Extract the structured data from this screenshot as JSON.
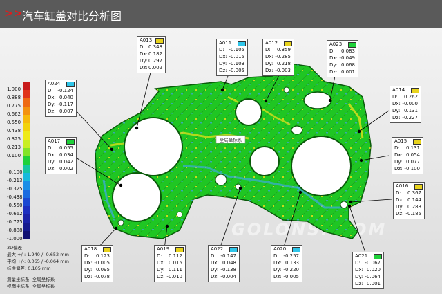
{
  "header": {
    "arrows": ">>",
    "title": "汽车缸盖对比分析图"
  },
  "watermark": "GOLONSI.COM",
  "csys_label": "全局坐标系",
  "legend": {
    "levels": [
      "1.000",
      "0.888",
      "0.775",
      "0.662",
      "0.550",
      "0.438",
      "0.325",
      "0.213",
      "0.100",
      "",
      "-0.100",
      "-0.213",
      "-0.325",
      "-0.438",
      "-0.550",
      "-0.662",
      "-0.775",
      "-0.888",
      "-1.000"
    ],
    "colors": [
      "#c81b1b",
      "#e03418",
      "#ee6a12",
      "#f3920e",
      "#f6b90a",
      "#f2d20a",
      "#eeea18",
      "#c8ee22",
      "#82e428",
      "#1fd13a",
      "#17c6a2",
      "#19b9dc",
      "#1a8ee6",
      "#1a6be0",
      "#1b48d2",
      "#1d2fc0",
      "#1b22a8",
      "#161a8f",
      "#111172"
    ]
  },
  "stats": {
    "line1": "3D偏差",
    "line2": "最大 +/-: 1.940 / -0.652 mm",
    "line3": "平均 +/-: 0.065 / -0.064 mm",
    "line4": "标准偏差: 0.105 mm",
    "line5": "测量坐标系: 全局坐标系",
    "line6": "视图坐标系: 全局坐标系"
  },
  "annotations": [
    {
      "id": "A013",
      "ind": "#e8d31c",
      "rows": [
        {
          "k": "D:",
          "v": "0.348"
        },
        {
          "k": "Dx:",
          "v": "0.182"
        },
        {
          "k": "Dy:",
          "v": "0.297"
        },
        {
          "k": "Dz:",
          "v": "0.002"
        }
      ]
    },
    {
      "id": "A011",
      "ind": "#2fc6ea",
      "rows": [
        {
          "k": "D:",
          "v": "-0.105"
        },
        {
          "k": "Dx:",
          "v": "-0.015"
        },
        {
          "k": "Dy:",
          "v": "-0.103"
        },
        {
          "k": "Dz:",
          "v": "-0.005"
        }
      ]
    },
    {
      "id": "A012",
      "ind": "#e8d31c",
      "rows": [
        {
          "k": "D:",
          "v": "0.359"
        },
        {
          "k": "Dx:",
          "v": "-0.285"
        },
        {
          "k": "Dy:",
          "v": "0.218"
        },
        {
          "k": "Dz:",
          "v": "-0.003"
        }
      ]
    },
    {
      "id": "A023",
      "ind": "#1fd13a",
      "rows": [
        {
          "k": "D:",
          "v": "0.083"
        },
        {
          "k": "Dx:",
          "v": "-0.049"
        },
        {
          "k": "Dy:",
          "v": "0.068"
        },
        {
          "k": "Dz:",
          "v": "0.001"
        }
      ]
    },
    {
      "id": "A024",
      "ind": "#2fc6ea",
      "rows": [
        {
          "k": "D:",
          "v": "-0.124"
        },
        {
          "k": "Dx:",
          "v": "0.040"
        },
        {
          "k": "Dy:",
          "v": "-0.117"
        },
        {
          "k": "Dz:",
          "v": "0.007"
        }
      ]
    },
    {
      "id": "A014",
      "ind": "#e8d31c",
      "rows": [
        {
          "k": "D:",
          "v": "0.262"
        },
        {
          "k": "Dx:",
          "v": "-0.000"
        },
        {
          "k": "Dy:",
          "v": "0.131"
        },
        {
          "k": "Dz:",
          "v": "-0.227"
        }
      ]
    },
    {
      "id": "A017",
      "ind": "#1fd13a",
      "rows": [
        {
          "k": "D:",
          "v": "0.055"
        },
        {
          "k": "Dx:",
          "v": "0.034"
        },
        {
          "k": "Dy:",
          "v": "0.042"
        },
        {
          "k": "Dz:",
          "v": "0.002"
        }
      ]
    },
    {
      "id": "A015",
      "ind": "#e8d31c",
      "rows": [
        {
          "k": "D:",
          "v": "0.131"
        },
        {
          "k": "Dx:",
          "v": "0.054"
        },
        {
          "k": "Dy:",
          "v": "0.077"
        },
        {
          "k": "Dz:",
          "v": "-0.100"
        }
      ]
    },
    {
      "id": "A016",
      "ind": "#e8d31c",
      "rows": [
        {
          "k": "D:",
          "v": "0.367"
        },
        {
          "k": "Dx:",
          "v": "0.144"
        },
        {
          "k": "Dy:",
          "v": "0.283"
        },
        {
          "k": "Dz:",
          "v": "-0.185"
        }
      ]
    },
    {
      "id": "A018",
      "ind": "#e8d31c",
      "rows": [
        {
          "k": "D:",
          "v": "0.123"
        },
        {
          "k": "Dx:",
          "v": "-0.005"
        },
        {
          "k": "Dy:",
          "v": "0.095"
        },
        {
          "k": "Dz:",
          "v": "-0.078"
        }
      ]
    },
    {
      "id": "A019",
      "ind": "#e8d31c",
      "rows": [
        {
          "k": "D:",
          "v": "0.112"
        },
        {
          "k": "Dx:",
          "v": "0.015"
        },
        {
          "k": "Dy:",
          "v": "0.111"
        },
        {
          "k": "Dz:",
          "v": "-0.010"
        }
      ]
    },
    {
      "id": "A022",
      "ind": "#2fc6ea",
      "rows": [
        {
          "k": "D:",
          "v": "-0.147"
        },
        {
          "k": "Dx:",
          "v": "0.048"
        },
        {
          "k": "Dy:",
          "v": "-0.138"
        },
        {
          "k": "Dz:",
          "v": "-0.004"
        }
      ]
    },
    {
      "id": "A020",
      "ind": "#2fc6ea",
      "rows": [
        {
          "k": "D:",
          "v": "-0.257"
        },
        {
          "k": "Dx:",
          "v": "0.133"
        },
        {
          "k": "Dy:",
          "v": "-0.220"
        },
        {
          "k": "Dz:",
          "v": "-0.005"
        }
      ]
    },
    {
      "id": "A021",
      "ind": "#1fd13a",
      "rows": [
        {
          "k": "D:",
          "v": "-0.067"
        },
        {
          "k": "Dx:",
          "v": "0.020"
        },
        {
          "k": "Dy:",
          "v": "-0.064"
        },
        {
          "k": "Dz:",
          "v": "0.001"
        }
      ]
    }
  ]
}
